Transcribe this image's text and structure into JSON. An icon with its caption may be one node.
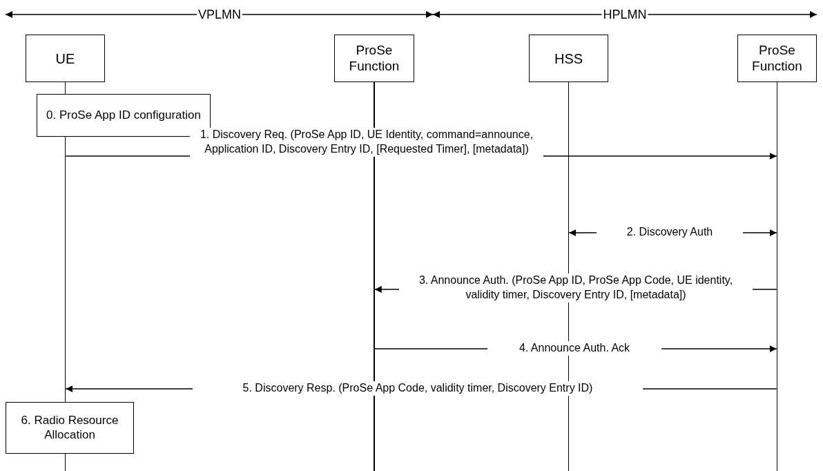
{
  "diagram": {
    "nodes": [
      {
        "text": [
          "UE"
        ]
      },
      {
        "text": [
          "ProSe Function"
        ]
      },
      {
        "text": [
          "HSS"
        ]
      },
      {
        "text": [
          "ProSe Function"
        ]
      },
      {
        "text": [],
        "shape": "line"
      },
      {
        "text": [],
        "shape": "line"
      },
      {
        "text": [],
        "shape": "line"
      },
      {
        "text": [],
        "shape": "line"
      },
      {
        "text": [
          "0. ProSe App ID configuration"
        ]
      },
      {
        "text": [
          "6. Radio Resource Allocation"
        ]
      }
    ],
    "edges": [
      {
        "from": 4,
        "to": 7,
        "arrow": "to",
        "label": "1. Discovery Req. (ProSe App ID, UE Identity, command=announce, Application ID, Discovery Entry ID, [Requested Timer], [metadata])"
      },
      {
        "from": 6,
        "to": 7,
        "arrow": "both",
        "label": "2. Discovery Auth"
      },
      {
        "from": 7,
        "to": 5,
        "arrow": "to",
        "label": "3. Announce Auth. (ProSe App ID, ProSe App Code, UE identity, validity timer, Discovery Entry ID, [metadata])"
      },
      {
        "from": 5,
        "to": 7,
        "arrow": "to",
        "label": "4. Announce Auth. Ack"
      },
      {
        "from": 7,
        "to": 4,
        "arrow": "to",
        "label": "5. Discovery Resp. (ProSe App Code, validity timer, Discovery Entry ID)"
      }
    ],
    "labels": [
      "VPLMN",
      "HPLMN"
    ]
  }
}
